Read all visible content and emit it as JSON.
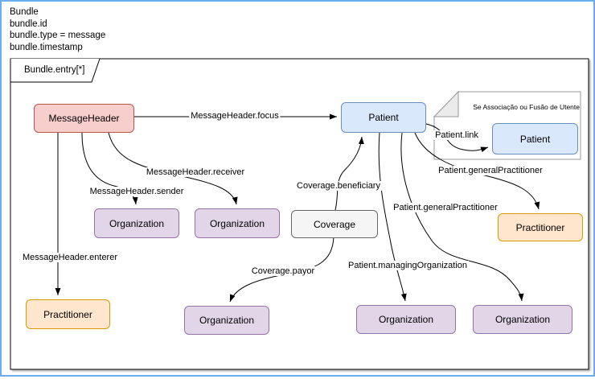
{
  "palette": {
    "frame_border": "#6cacf0",
    "message_header_fill": "#f8cecc",
    "message_header_stroke": "#b85450",
    "patient_fill": "#dae8fc",
    "patient_stroke": "#6c8ebf",
    "organization_fill": "#e1d5e7",
    "organization_stroke": "#9673a6",
    "practitioner_fill": "#ffe6cc",
    "practitioner_stroke": "#d79b00",
    "coverage_fill": "#f5f5f5",
    "coverage_stroke": "#666666",
    "container_stroke": "#000000",
    "note_stroke": "#999999"
  },
  "header": {
    "lines": [
      "Bundle",
      "bundle.id",
      "bundle.type = message",
      "bundle.timestamp"
    ]
  },
  "container": {
    "tab_label": "Bundle.entry[*]"
  },
  "nodes": {
    "message_header": "MessageHeader",
    "patient": "Patient",
    "organization_sender": "Organization",
    "organization_receiver": "Organization",
    "coverage": "Coverage",
    "practitioner_general": "Practitioner",
    "practitioner_enterer": "Practitioner",
    "organization_payor": "Organization",
    "organization_managing": "Organization",
    "organization_general": "Organization",
    "patient_linked": "Patient"
  },
  "note": {
    "text": "Se Associação ou Fusão de Utente"
  },
  "edge_labels": {
    "focus": "MessageHeader.focus",
    "sender": "MessageHeader.sender",
    "receiver": "MessageHeader.receiver",
    "enterer": "MessageHeader.enterer",
    "beneficiary": "Coverage.beneficiary",
    "payor": "Coverage.payor",
    "link": "Patient.link",
    "general_practitioner_upper": "Patient.generalPractitioner",
    "general_practitioner_lower": "Patient.generalPractitioner",
    "managing_organization": "Patient.managingOrganization"
  }
}
